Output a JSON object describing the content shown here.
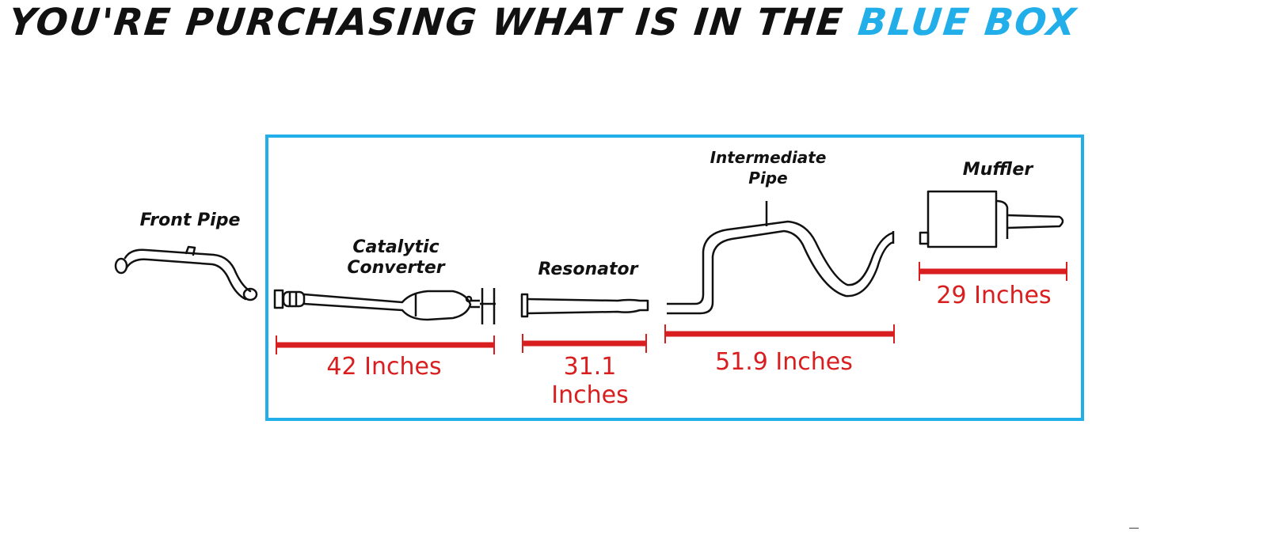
{
  "headline": {
    "prefix": "YOU'RE PURCHASING WHAT IS IN THE",
    "highlight": "BLUE BOX"
  },
  "colors": {
    "box_border": "#22aee8",
    "measure": "#d81e1e",
    "part": "#111111"
  },
  "parts": {
    "front_pipe": {
      "label": "Front Pipe",
      "in_box": false
    },
    "catalytic_converter": {
      "label": "Catalytic\nConverter",
      "length": "42 Inches",
      "in_box": true
    },
    "resonator": {
      "label": "Resonator",
      "length": "31.1\nInches",
      "in_box": true
    },
    "intermediate_pipe": {
      "label": "Intermediate\nPipe",
      "length": "51.9 Inches",
      "in_box": true
    },
    "muffler": {
      "label": "Muffler",
      "length": "29 Inches",
      "in_box": true
    }
  }
}
